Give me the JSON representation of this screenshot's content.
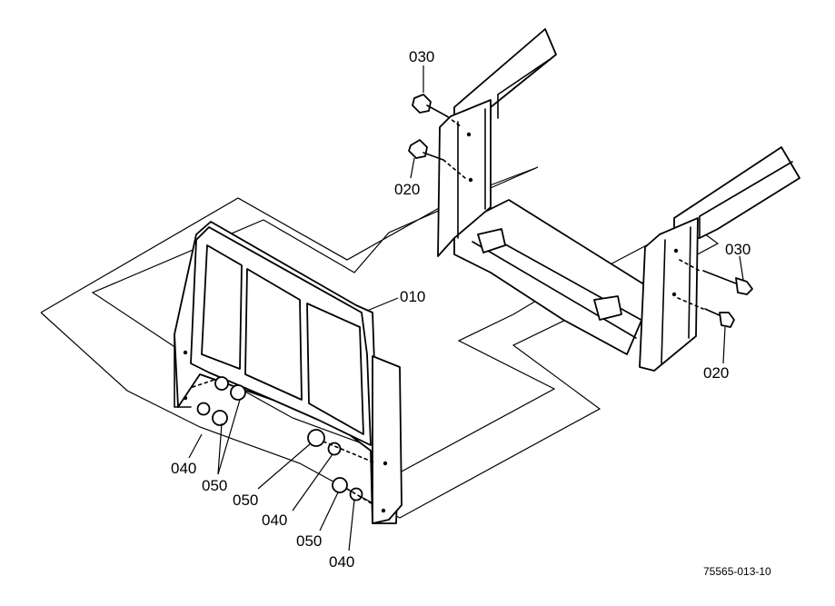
{
  "diagram": {
    "labels": {
      "p010": "010",
      "p020_left": "020",
      "p030_left": "030",
      "p020_right": "020",
      "p030_right": "030",
      "p040_a": "040",
      "p050_a": "050",
      "p050_b": "050",
      "p040_b": "040",
      "p050_c": "050",
      "p040_c": "040"
    },
    "drawing_code": "75565-013-10"
  }
}
